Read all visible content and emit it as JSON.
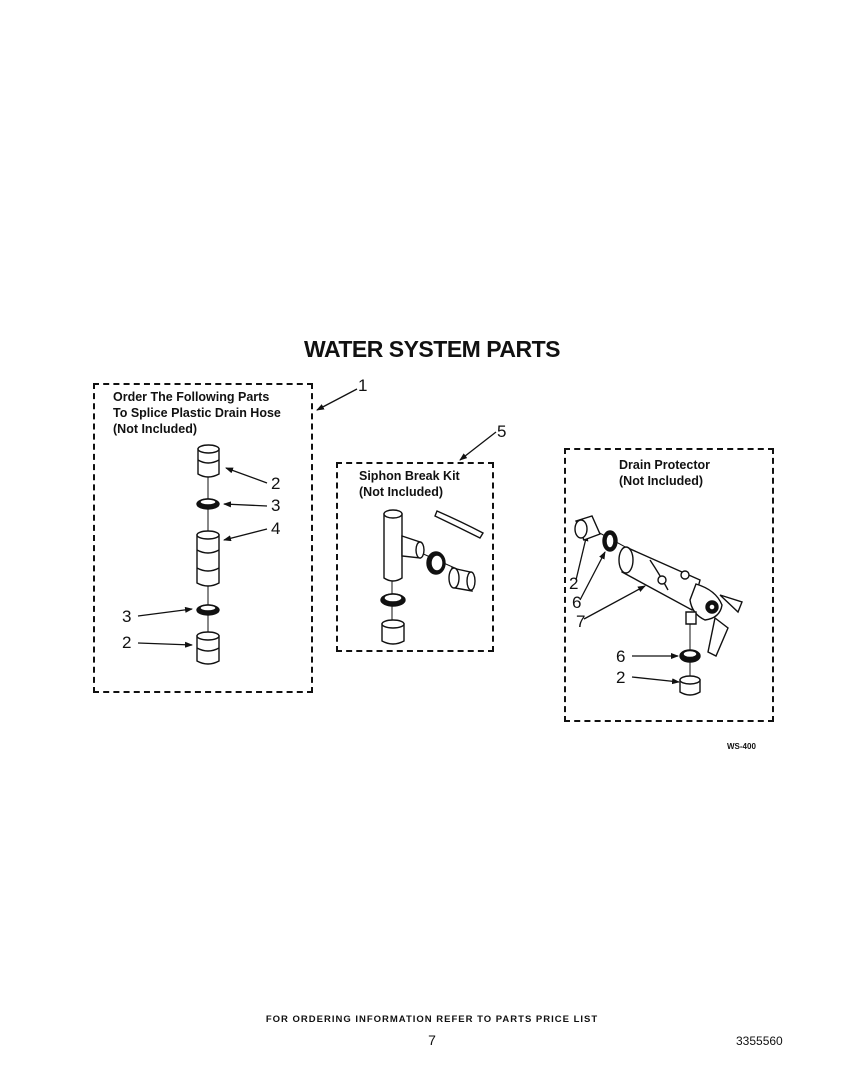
{
  "page_title": "WATER SYSTEM PARTS",
  "groups": [
    {
      "label_lines": [
        "Order The Following Parts",
        "To Splice Plastic Drain Hose",
        "(Not Included)"
      ],
      "callout": "1"
    },
    {
      "label_lines": [
        "Siphon Break Kit",
        "(Not Included)"
      ],
      "callout": "5"
    },
    {
      "label_lines": [
        "Drain Protector",
        "(Not Included)"
      ]
    }
  ],
  "callouts": {
    "g1": [
      "2",
      "3",
      "4",
      "3",
      "2"
    ],
    "g3": [
      "2",
      "6",
      "7",
      "6",
      "2"
    ]
  },
  "figure_code": "WS-400",
  "footer_note": "FOR ORDERING INFORMATION REFER TO PARTS PRICE LIST",
  "page_number": "7",
  "document_number": "3355560"
}
